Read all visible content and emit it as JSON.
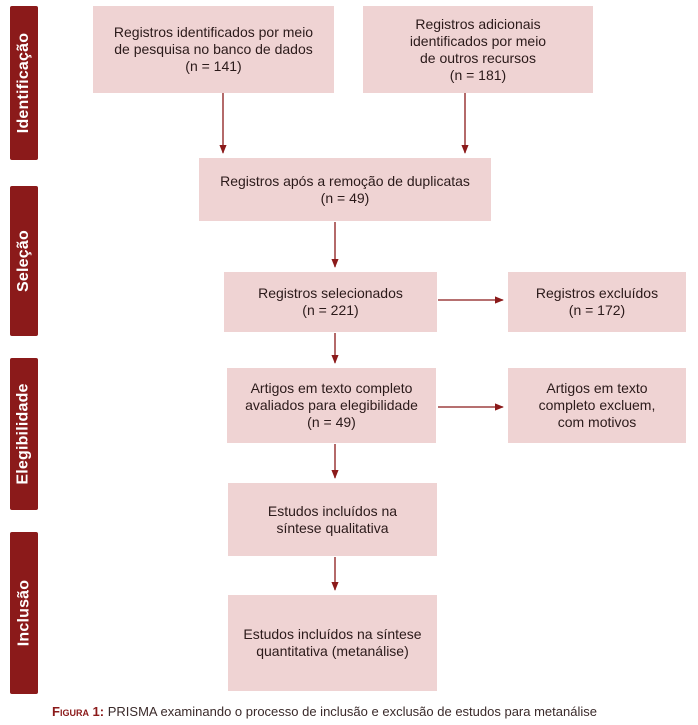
{
  "stages": {
    "identificacao": "Identificação",
    "selecao": "Seleção",
    "elegibilidade": "Elegibilidade",
    "inclusao": "Inclusão"
  },
  "boxes": {
    "db_search": {
      "lines": [
        "Registros identificados por meio",
        "de pesquisa no banco de dados",
        "(n = 141)"
      ]
    },
    "other_sources": {
      "lines": [
        "Registros adicionais",
        "identificados por meio",
        "de outros recursos",
        "(n = 181)"
      ]
    },
    "after_duplicates": {
      "lines": [
        "Registros após a remoção de duplicatas",
        "(n = 49)"
      ]
    },
    "screened": {
      "lines": [
        "Registros selecionados",
        "(n = 221)"
      ]
    },
    "excluded": {
      "lines": [
        "Registros excluídos",
        "(n = 172)"
      ]
    },
    "fulltext_assessed": {
      "lines": [
        "Artigos em texto completo",
        "avaliados para elegibilidade",
        "(n = 49)"
      ]
    },
    "fulltext_excluded": {
      "lines": [
        "Artigos em texto",
        "completo excluem,",
        "com motivos"
      ]
    },
    "qualitative": {
      "lines": [
        "Estudos incluídos na",
        "síntese qualitativa"
      ]
    },
    "quantitative": {
      "lines": [
        "Estudos incluídos na síntese",
        "quantitativa (metanálise)"
      ]
    }
  },
  "caption": {
    "label": "Figura 1:",
    "text": " PRISMA examinando o processo de inclusão e exclusão de estudos para metanálise"
  },
  "colors": {
    "stage_bg": "#8b1a1a",
    "box_bg": "#efd3d3",
    "arrow": "#8b1a1a"
  }
}
